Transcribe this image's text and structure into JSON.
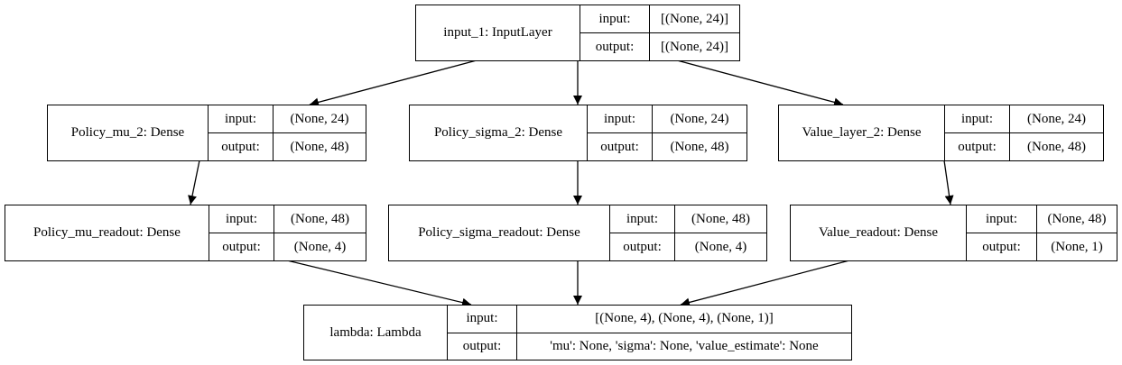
{
  "input_label": "input:",
  "output_label": "output:",
  "nodes": {
    "input_1": {
      "name": "input_1: InputLayer",
      "input": "[(None, 24)]",
      "output": "[(None, 24)]"
    },
    "mu2": {
      "name": "Policy_mu_2: Dense",
      "input": "(None, 24)",
      "output": "(None, 48)"
    },
    "sigma2": {
      "name": "Policy_sigma_2: Dense",
      "input": "(None, 24)",
      "output": "(None, 48)"
    },
    "value2": {
      "name": "Value_layer_2: Dense",
      "input": "(None, 24)",
      "output": "(None, 48)"
    },
    "mu_ro": {
      "name": "Policy_mu_readout: Dense",
      "input": "(None, 48)",
      "output": "(None, 4)"
    },
    "sigma_ro": {
      "name": "Policy_sigma_readout: Dense",
      "input": "(None, 48)",
      "output": "(None, 4)"
    },
    "value_ro": {
      "name": "Value_readout: Dense",
      "input": "(None, 48)",
      "output": "(None, 1)"
    },
    "lambda": {
      "name": "lambda: Lambda",
      "input": "[(None, 4), (None, 4), (None, 1)]",
      "output": "'mu': None, 'sigma': None, 'value_estimate': None"
    }
  }
}
